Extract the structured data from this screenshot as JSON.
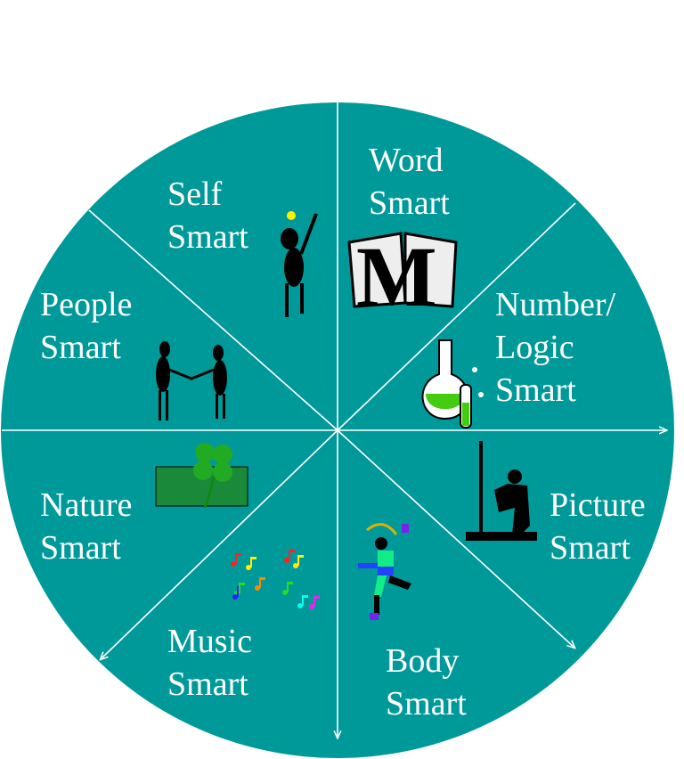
{
  "colors": {
    "wheel": "#009999",
    "lines": "#ffffff",
    "text": "#ffffff"
  },
  "segments": [
    {
      "lines": [
        "Word",
        "Smart"
      ],
      "icon": "open-book-icon"
    },
    {
      "lines": [
        "Number/",
        "Logic",
        "Smart"
      ],
      "icon": "flask-icon"
    },
    {
      "lines": [
        "Picture",
        "Smart"
      ],
      "icon": "painter-at-easel-icon"
    },
    {
      "lines": [
        "Body",
        "Smart"
      ],
      "icon": "dancer-icon"
    },
    {
      "lines": [
        "Music",
        "Smart"
      ],
      "icon": "music-notes-icon"
    },
    {
      "lines": [
        "Nature",
        "Smart"
      ],
      "icon": "four-leaf-clover-icon"
    },
    {
      "lines": [
        "People",
        "Smart"
      ],
      "icon": "handshake-people-icon"
    },
    {
      "lines": [
        "Self",
        "Smart"
      ],
      "icon": "thinking-person-icon"
    }
  ]
}
